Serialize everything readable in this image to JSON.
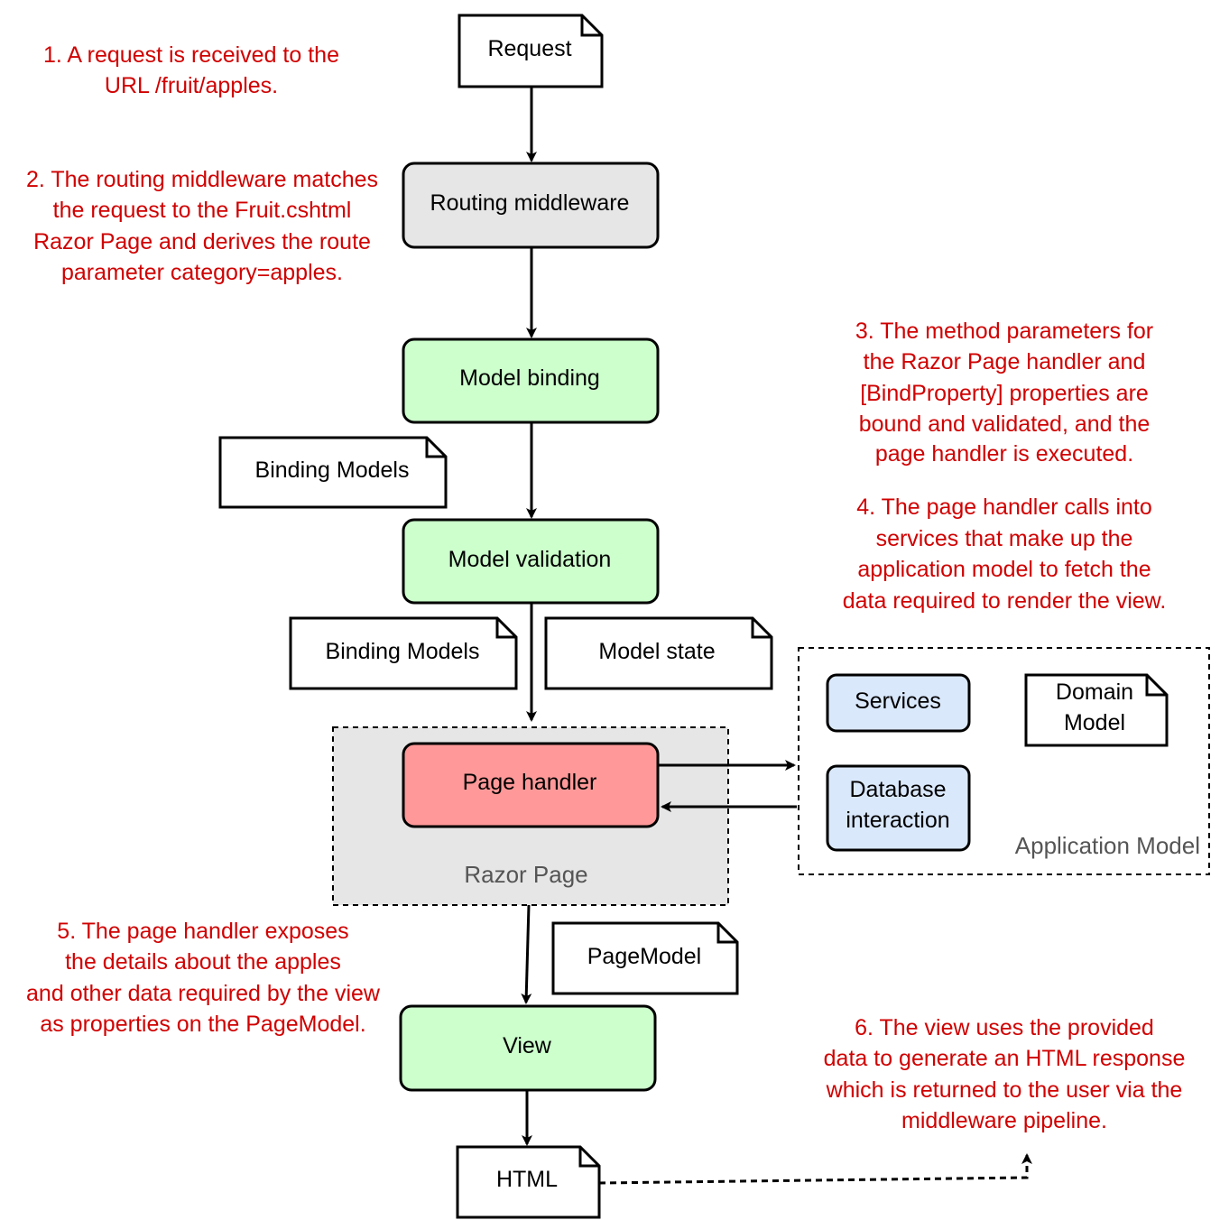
{
  "colors": {
    "annotation": "#d00000",
    "routing_fill": "#e6e6e6",
    "model_fill": "#ccffcc",
    "handler_fill": "#ff9999",
    "service_fill": "#dae8fc",
    "container_fill": "#e6e6e6",
    "stroke": "#000000"
  },
  "documents": {
    "request": "Request",
    "binding_models_1": "Binding Models",
    "binding_models_2": "Binding Models",
    "model_state": "Model state",
    "domain_model": [
      "Domain",
      "Model"
    ],
    "page_model": "PageModel",
    "html": "HTML"
  },
  "steps": {
    "routing": "Routing middleware",
    "model_binding": "Model binding",
    "model_validation": "Model validation",
    "page_handler": "Page handler",
    "view": "View"
  },
  "containers": {
    "razor_page": "Razor Page",
    "application_model": "Application Model"
  },
  "app_model": {
    "services": "Services",
    "database": [
      "Database",
      "interaction"
    ]
  },
  "annotations": {
    "note1": [
      "1. A request is received to the",
      "URL /fruit/apples."
    ],
    "note2": [
      "2. The routing middleware matches",
      "the request to the Fruit.cshtml",
      "Razor Page and derives the route",
      "parameter category=apples."
    ],
    "note3": [
      "3. The method parameters for",
      "the Razor Page handler and",
      "[BindProperty] properties are",
      "bound and validated, and the",
      "page handler is executed."
    ],
    "note4": [
      "4. The page handler calls into",
      "services that make up the",
      "application model to fetch the",
      "data required to render the view."
    ],
    "note5": [
      "5. The page handler exposes",
      "the details about the apples",
      "and other data required by the view",
      "as properties on the PageModel."
    ],
    "note6": [
      "6. The view uses the provided",
      "data to generate an HTML response",
      "which is returned to the user via the",
      "middleware pipeline."
    ]
  }
}
